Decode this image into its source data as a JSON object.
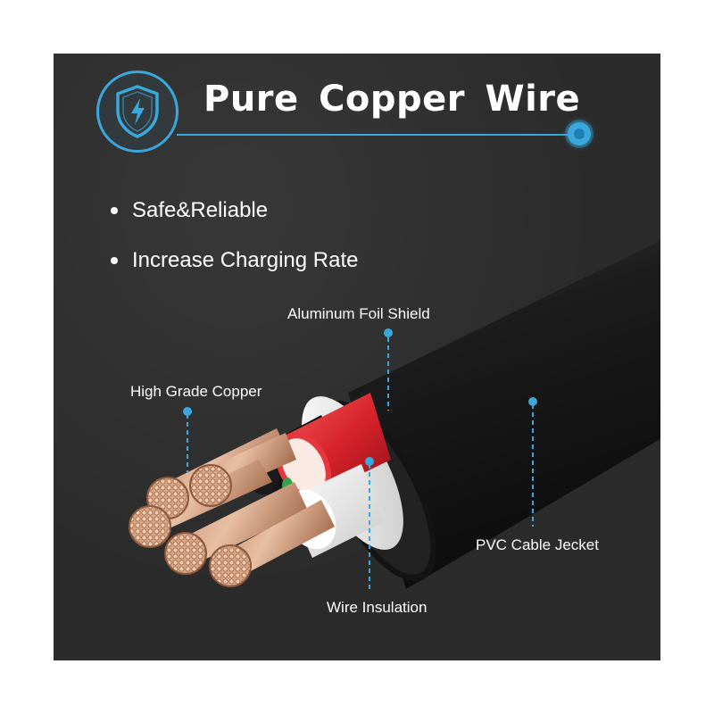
{
  "header": {
    "title": "Pure Copper Wire",
    "icon": "shield-lightning-icon",
    "accent_color": "#3aa8dc"
  },
  "features": [
    {
      "label": "Safe&Reliable"
    },
    {
      "label": "Increase Charging Rate"
    }
  ],
  "callouts": {
    "aluminum_foil": "Aluminum Foil Shield",
    "copper": "High Grade Copper",
    "pvc_jacket": "PVC Cable Jecket",
    "insulation": "Wire Insulation"
  },
  "colors": {
    "background": "#2b2b2c",
    "insulation_red": "#d9232b",
    "foil_white": "#f1f1f1",
    "copper": "#d9a584",
    "jacket": "#1a1a1a"
  }
}
